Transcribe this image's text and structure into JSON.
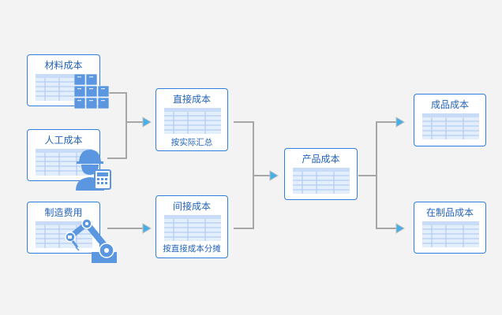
{
  "diagram": {
    "title": "成本核算流程",
    "colors": {
      "background": "#f3f3f3",
      "node_border": "#2f7fe0",
      "node_text": "#2364b8",
      "sheet_fill": "#e3eefc",
      "sheet_header": "#c9dcf7",
      "sheet_line": "#a9c6f0",
      "connector": "#a6a6a6",
      "arrow": "#45b0e8",
      "icon": "#5b97e0"
    },
    "nodes": {
      "material": {
        "label": "材料成本",
        "icon": "boxes-icon"
      },
      "labor": {
        "label": "人工成本",
        "icon": "worker-calculator-icon"
      },
      "manufacturing": {
        "label": "制造费用",
        "icon": "robot-arm-icon"
      },
      "direct": {
        "label": "直接成本",
        "note": "按实际汇总"
      },
      "indirect": {
        "label": "间接成本",
        "note": "按直接成本分摊"
      },
      "product": {
        "label": "产品成本"
      },
      "finished": {
        "label": "成品成本"
      },
      "wip": {
        "label": "在制品成本"
      }
    },
    "edges": [
      {
        "from": "材料成本",
        "to": "直接成本"
      },
      {
        "from": "人工成本",
        "to": "直接成本"
      },
      {
        "from": "制造费用",
        "to": "间接成本"
      },
      {
        "from": "直接成本",
        "to": "产品成本"
      },
      {
        "from": "间接成本",
        "to": "产品成本"
      },
      {
        "from": "产品成本",
        "to": "成品成本"
      },
      {
        "from": "产品成本",
        "to": "在制品成本"
      }
    ]
  }
}
